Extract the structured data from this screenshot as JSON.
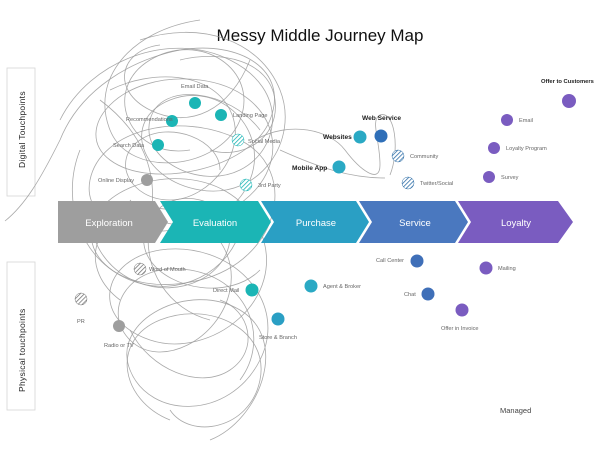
{
  "title": "Messy Middle Journey Map",
  "side_labels": {
    "digital": "Digital Touchpoints",
    "physical": "Physical touchpoints"
  },
  "stages": [
    {
      "label": "Exploration",
      "color": "#9e9e9e"
    },
    {
      "label": "Evaluation",
      "color": "#1bb5b5"
    },
    {
      "label": "Purchase",
      "color": "#2a9fc4"
    },
    {
      "label": "Service",
      "color": "#4a78bf"
    },
    {
      "label": "Loyalty",
      "color": "#7a5cc0"
    }
  ],
  "touchpoints": {
    "email_data": "Email Data",
    "recommendations": "Recommendations",
    "landing_page": "Landing Page",
    "search_data": "Search Data",
    "social_media": "Social Media",
    "online_display": "Online Display",
    "third_party": "3rd Party",
    "websites": "Websites",
    "web_service": "Web Service",
    "mobile_app": "Mobile App",
    "community": "Community",
    "twitter_social": "Twitter/Social",
    "offer_to_customers": "Offer to Customers",
    "email": "Email",
    "loyalty_program": "Loyalty Program",
    "survey": "Survey",
    "word_of_mouth": "Word of Mouth",
    "pr": "PR",
    "radio_tv": "Radio or TV",
    "direct_mail": "Direct Mail",
    "agent_broker": "Agent & Broker",
    "store_branch": "Store & Branch",
    "call_center": "Call Center",
    "chat": "Chat",
    "offer_in_invoice": "Offer in Invoice",
    "mailing": "Mailing"
  },
  "footer": "Managed",
  "colors": {
    "grey": "#9e9e9e",
    "teal": "#1bb5b5",
    "blue": "#2f80b8",
    "purple": "#7a5cc0",
    "line": "#9a9a9a"
  }
}
